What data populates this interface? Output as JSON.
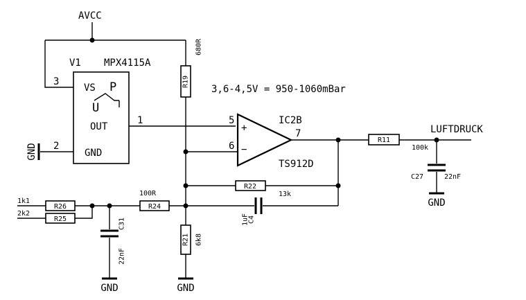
{
  "supply": {
    "avcc": "AVCC"
  },
  "sensor": {
    "ref": "V1",
    "part": "MPX4115A",
    "pin_vs": "VS",
    "pin_out": "OUT",
    "pin_gnd": "GND",
    "sym_p": "P",
    "sym_u": "U",
    "num_3": "3",
    "num_1": "1",
    "num_2": "2",
    "gnd_label": "GND"
  },
  "opamp": {
    "ref": "IC2B",
    "part": "TS912D",
    "pin_plus_num": "5",
    "pin_minus_num": "6",
    "pin_out_num": "7",
    "plus": "+",
    "minus": "−"
  },
  "annotation": {
    "range": "3,6-4,5V = 950-1060mBar"
  },
  "net_output": "LUFTDRUCK",
  "components": {
    "r19": {
      "ref": "R19",
      "value": "680R"
    },
    "r11": {
      "ref": "R11",
      "value": "100k"
    },
    "c27": {
      "ref": "C27",
      "value": "22nF",
      "gnd": "GND"
    },
    "r22": {
      "ref": "R22",
      "value": "13k"
    },
    "c4": {
      "ref": "C4",
      "value": "1uF"
    },
    "r24": {
      "ref": "R24",
      "value": "100R"
    },
    "r21": {
      "ref": "R21",
      "value": "6k8",
      "gnd": "GND"
    },
    "r26": {
      "ref": "R26",
      "value": "1k1"
    },
    "r25": {
      "ref": "R25",
      "value": "2k2"
    },
    "c31": {
      "ref": "C31",
      "value": "22nF",
      "gnd": "GND"
    }
  }
}
